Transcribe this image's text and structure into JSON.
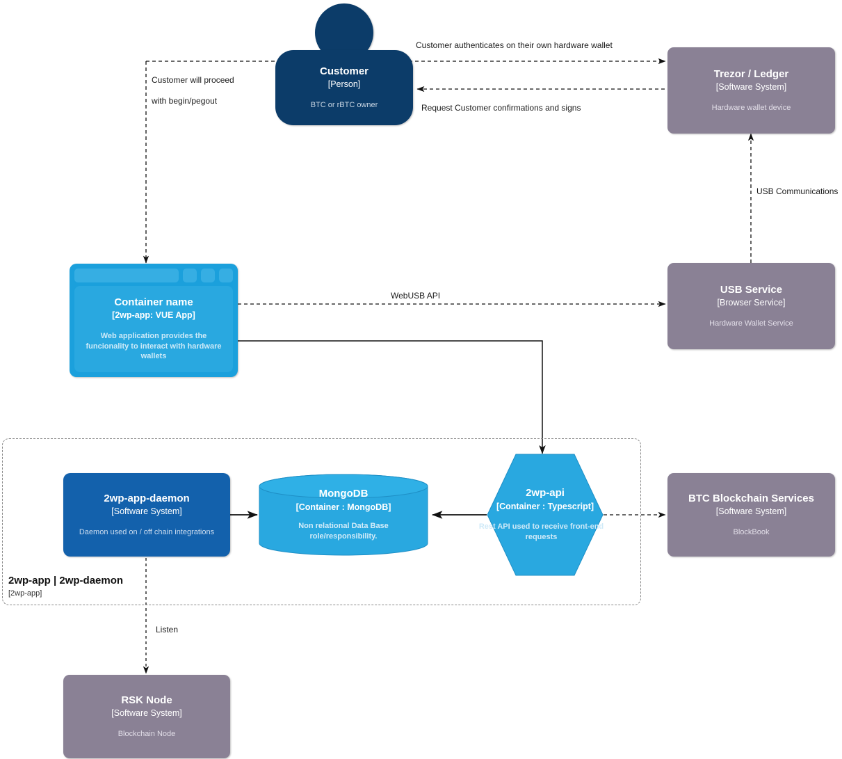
{
  "diagram": {
    "type": "C4 Container Diagram",
    "boundary": {
      "name": "2wp-app | 2wp-daemon",
      "tech": "[2wp-app]"
    },
    "colors": {
      "person": "#0C3C69",
      "software_system": "#8A8195",
      "container_blue": "#29A8E0",
      "container_dark_blue": "#1361AC",
      "edge": "#1a1a1a",
      "boundary": "#8A8A8A"
    },
    "nodes": {
      "customer": {
        "title": "Customer",
        "tech": "[Person]",
        "desc": "BTC or rBTC owner"
      },
      "trezor_ledger": {
        "title": "Trezor / Ledger",
        "tech": "[Software System]",
        "desc": "Hardware wallet device"
      },
      "usb_service": {
        "title": "USB Service",
        "tech": "[Browser Service]",
        "desc": "Hardware Wallet Service"
      },
      "container_name": {
        "title": "Container name",
        "tech": "[2wp-app: VUE App]",
        "desc": "Web application provides the funcionality to interact with hardware wallets"
      },
      "daemon": {
        "title": "2wp-app-daemon",
        "tech": "[Software System]",
        "desc": "Daemon used on / off chain integrations"
      },
      "mongodb": {
        "title": "MongoDB",
        "tech": "[Container : MongoDB]",
        "desc": "Non relational Data Base role/responsibility."
      },
      "twp_api": {
        "title": "2wp-api",
        "tech": "[Container : Typescript]",
        "desc": "Rest API used to receive front-end requests"
      },
      "btc_blockchain": {
        "title": "BTC Blockchain Services",
        "tech": "[Software System]",
        "desc": "BlockBook"
      },
      "rsk_node": {
        "title": "RSK Node",
        "tech": "[Software System]",
        "desc": "Blockchain Node"
      }
    },
    "edges": {
      "customer_authenticates": "Customer authenticates on their own hardware wallet",
      "request_confirmations": "Request Customer confirmations and signs",
      "customer_proceed_line1": "Customer will proceed",
      "customer_proceed_line2": "with begin/pegout",
      "usb_communications": "USB Communications",
      "webusb_api": "WebUSB API",
      "listen": "Listen"
    }
  }
}
